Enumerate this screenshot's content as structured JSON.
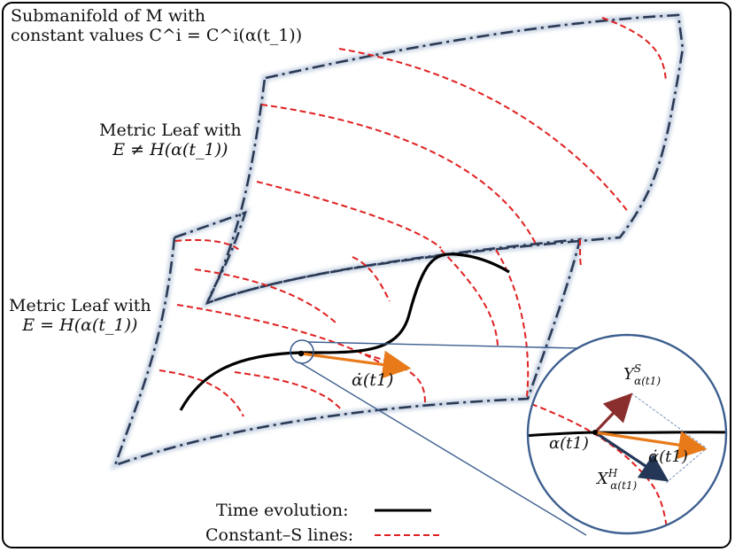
{
  "labels": {
    "submanifold_line1": "Submanifold of M with",
    "submanifold_line2": "constant values C^i = C^i(α(t_1))",
    "leaf_upper_line1": "Metric Leaf with",
    "leaf_upper_line2": "E ≠ H(α(t_1))",
    "leaf_lower_line1": "Metric Leaf with",
    "leaf_lower_line2": "E = H(α(t_1))",
    "alpha_dot_main": "α̇(t1)",
    "alpha_inset": "α(t1)",
    "alpha_dot_inset": "α̇(t1)",
    "Y_label": "Y",
    "Y_sup": "S",
    "Y_sub": "α(t1)",
    "X_label": "X",
    "X_sup": "H",
    "X_sub": "α(t1)"
  },
  "legend": {
    "time_evolution": "Time evolution:",
    "constant_s": "Constant–S lines:"
  },
  "colors": {
    "sheet_border": "#2a3a55",
    "constant_s": "#e02020",
    "trajectory": "#000000",
    "alpha_dot": "#e87a1a",
    "Y_vector": "#8b2e2e",
    "X_vector": "#243757",
    "zoom_circle": "#3d5f8f"
  }
}
